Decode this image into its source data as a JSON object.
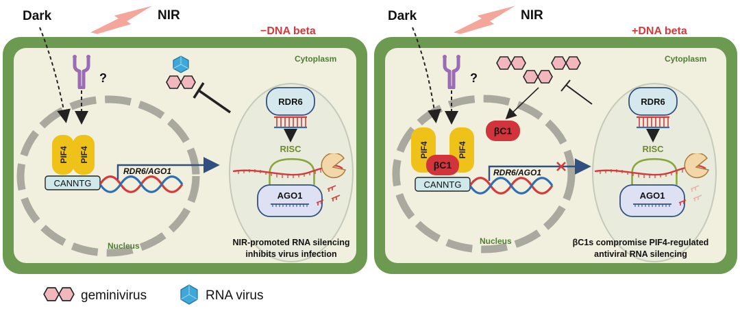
{
  "colors": {
    "cell_wall": "#6b9a50",
    "cytoplasm": "#f1efdd",
    "nucleus_dash": "#a9a9a0",
    "pif4": "#efc219",
    "bc1": "#d1353b",
    "receptor": "#9b6bb5",
    "nir": "#f4a69b",
    "dna_red": "#d7393a",
    "dna_blue": "#2e6fb3",
    "arrow_blue": "#32507f",
    "minus_label": "#d7393a",
    "risc": "#8aa53a",
    "rna_virus": "#3fa8d8",
    "gemini": "#f2b7bd",
    "pacman": "#f3d7a8"
  },
  "icons": {
    "nir": "lightning-icon",
    "receptor": "photoreceptor-icon",
    "geminivirus": "double-hexagon-icon",
    "rna_virus": "hexagon-icon",
    "rnase": "pacman-icon"
  },
  "left": {
    "condition": "−DNA beta",
    "dark": "Dark",
    "nir": "NIR",
    "question": "?",
    "cytoplasm": "Cytoplasm",
    "nucleus": "Nucleus",
    "pif4_a": "PIF4",
    "pif4_b": "PIF4",
    "motif": "CANNTG",
    "gene": "RDR6/AGO1",
    "rdr6": "RDR6",
    "risc": "RISC",
    "ago1": "AGO1",
    "caption_1": "NIR-promoted RNA silencing",
    "caption_2": "inhibits virus infection"
  },
  "right": {
    "condition": "+DNA beta",
    "dark": "Dark",
    "nir": "NIR",
    "question": "?",
    "cytoplasm": "Cytoplasm",
    "nucleus": "Nucleus",
    "pif4_a": "PIF4",
    "pif4_b": "PIF4",
    "bc1_bound": "βC1",
    "bc1_free": "βC1",
    "motif": "CANNTG",
    "gene": "RDR6/AGO1",
    "rdr6": "RDR6",
    "risc": "RISC",
    "ago1": "AGO1",
    "caption_1": "βC1s compromise PIF4-regulated",
    "caption_2": "antiviral RNA silencing"
  },
  "legend": {
    "geminivirus": "geminivirus",
    "rna_virus": "RNA virus"
  }
}
